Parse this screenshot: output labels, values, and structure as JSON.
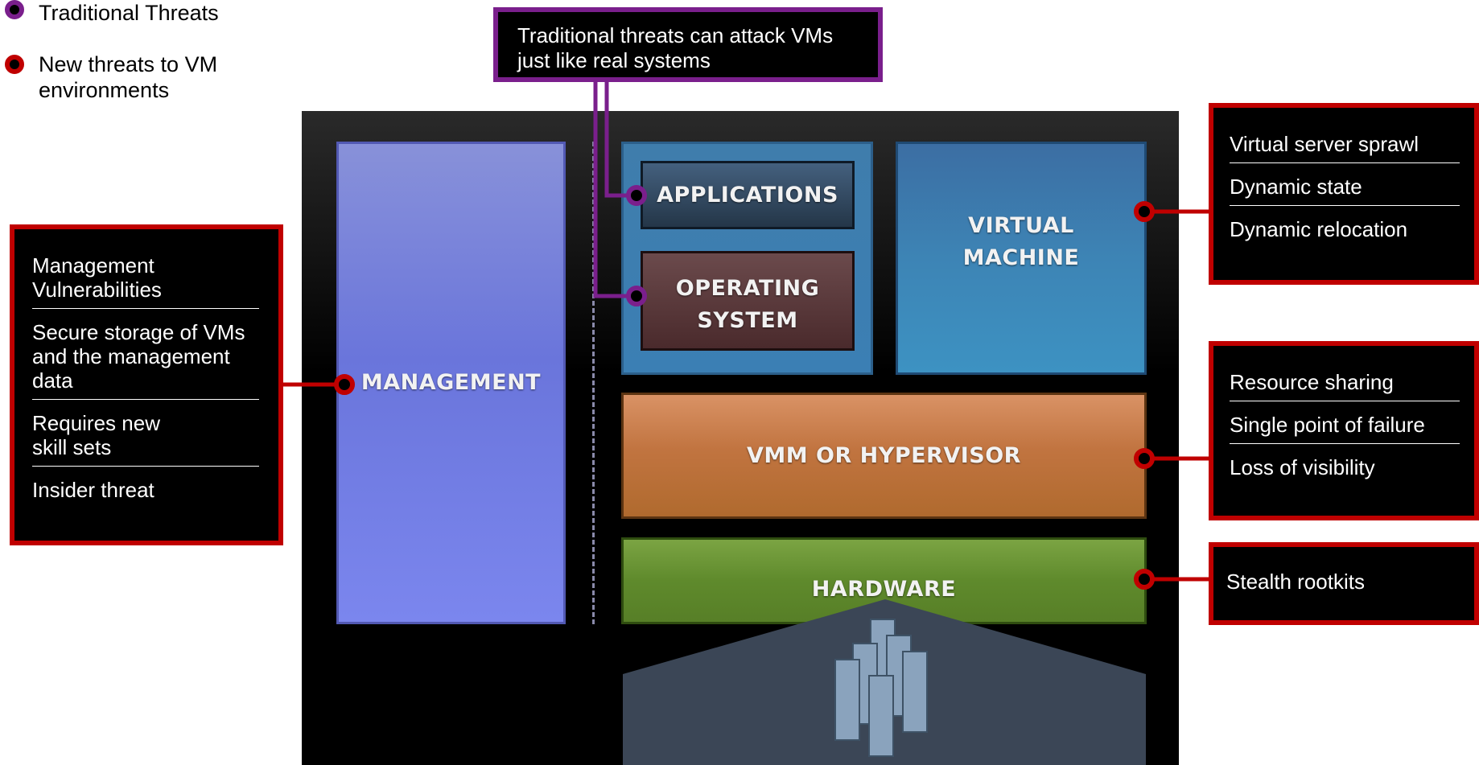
{
  "legend": [
    {
      "label": "Traditional Threats",
      "color": "#7a1f8c"
    },
    {
      "label": "New threats to VM environments",
      "color": "#c00000"
    }
  ],
  "callout_top": {
    "text": "Traditional threats can attack VMs just like real systems",
    "color": "#7a1f8c"
  },
  "blocks": {
    "management": "MANAGEMENT",
    "applications": "APPLICATIONS",
    "operating_system": "OPERATING SYSTEM",
    "virtual_machine": "VIRTUAL MACHINE",
    "hypervisor": "VMM OR HYPERVISOR",
    "hardware": "HARDWARE"
  },
  "callout_management": {
    "items": [
      "Management Vulnerabilities",
      "Secure storage of VMs and the management data",
      "Requires new skill sets",
      "Insider threat"
    ]
  },
  "callout_vm": {
    "items": [
      "Virtual server sprawl",
      "Dynamic state",
      "Dynamic relocation"
    ]
  },
  "callout_hypervisor": {
    "items": [
      "Resource sharing",
      "Single point of failure",
      "Loss of visibility"
    ]
  },
  "callout_hardware": {
    "items": [
      "Stealth rootkits"
    ]
  },
  "colors": {
    "new_threat": "#c00000",
    "traditional_threat": "#7a1f8c",
    "management": "#7b88e6",
    "vm": "#3d7fb3",
    "hypervisor": "#b66a30",
    "hardware": "#5f8f2a",
    "os": "#5b3638"
  }
}
